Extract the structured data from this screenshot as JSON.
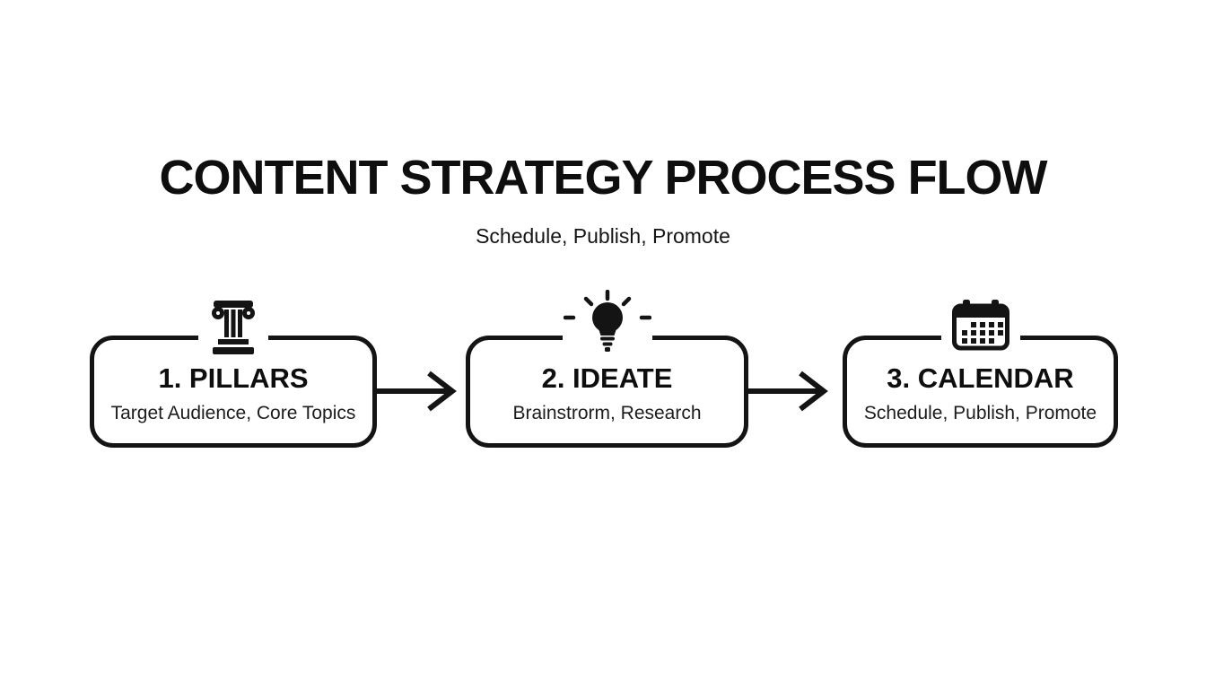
{
  "page": {
    "background": "#ffffff",
    "ink": "#141414"
  },
  "header": {
    "title": "CONTENT STRATEGY PROCESS FLOW",
    "subtitle": "Schedule, Publish, Promote"
  },
  "flow": {
    "steps": [
      {
        "id": "pillars",
        "icon": "pillar-column-icon",
        "title": "1. PILLARS",
        "subtitle": "Target Audience, Core Topics"
      },
      {
        "id": "ideate",
        "icon": "lightbulb-icon",
        "title": "2. IDEATE",
        "subtitle": "Brainstrorm, Research"
      },
      {
        "id": "calendar",
        "icon": "calendar-icon",
        "title": "3. CALENDAR",
        "subtitle": "Schedule, Publish, Promote"
      }
    ],
    "connectors": [
      {
        "type": "arrow-right"
      },
      {
        "type": "arrow-right"
      }
    ]
  }
}
